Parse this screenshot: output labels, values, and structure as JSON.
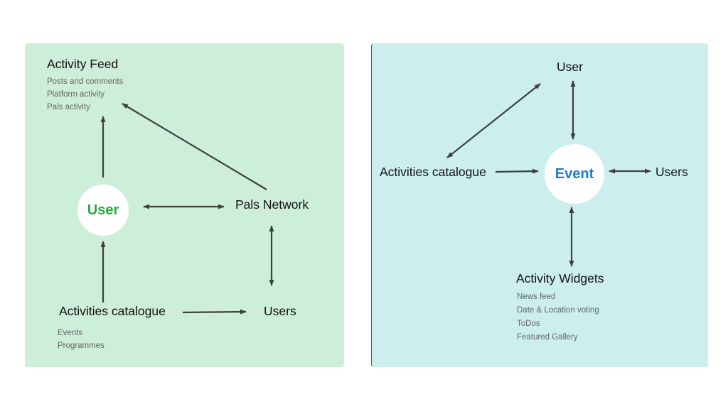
{
  "colors": {
    "left_panel_bg": "#cdeed9",
    "right_panel_bg": "#ccefee",
    "user_accent": "#2aa845",
    "event_accent": "#1c7bd0",
    "arrow": "#3f3f3f"
  },
  "left_diagram": {
    "center": "User",
    "activity_feed": {
      "title": "Activity Feed",
      "items": [
        "Posts and comments",
        "Platform activity",
        "Pals activity"
      ]
    },
    "pals_network": "Pals Network",
    "activities_catalogue": {
      "title": "Activities catalogue",
      "items": [
        "Events",
        "Programmes"
      ]
    },
    "users": "Users"
  },
  "right_diagram": {
    "center": "Event",
    "user": "User",
    "activities_catalogue": "Activities catalogue",
    "users": "Users",
    "activity_widgets": {
      "title": "Activity Widgets",
      "items": [
        "News feed",
        "Date & Location voting",
        "ToDos",
        "Featured Gallery"
      ]
    }
  }
}
